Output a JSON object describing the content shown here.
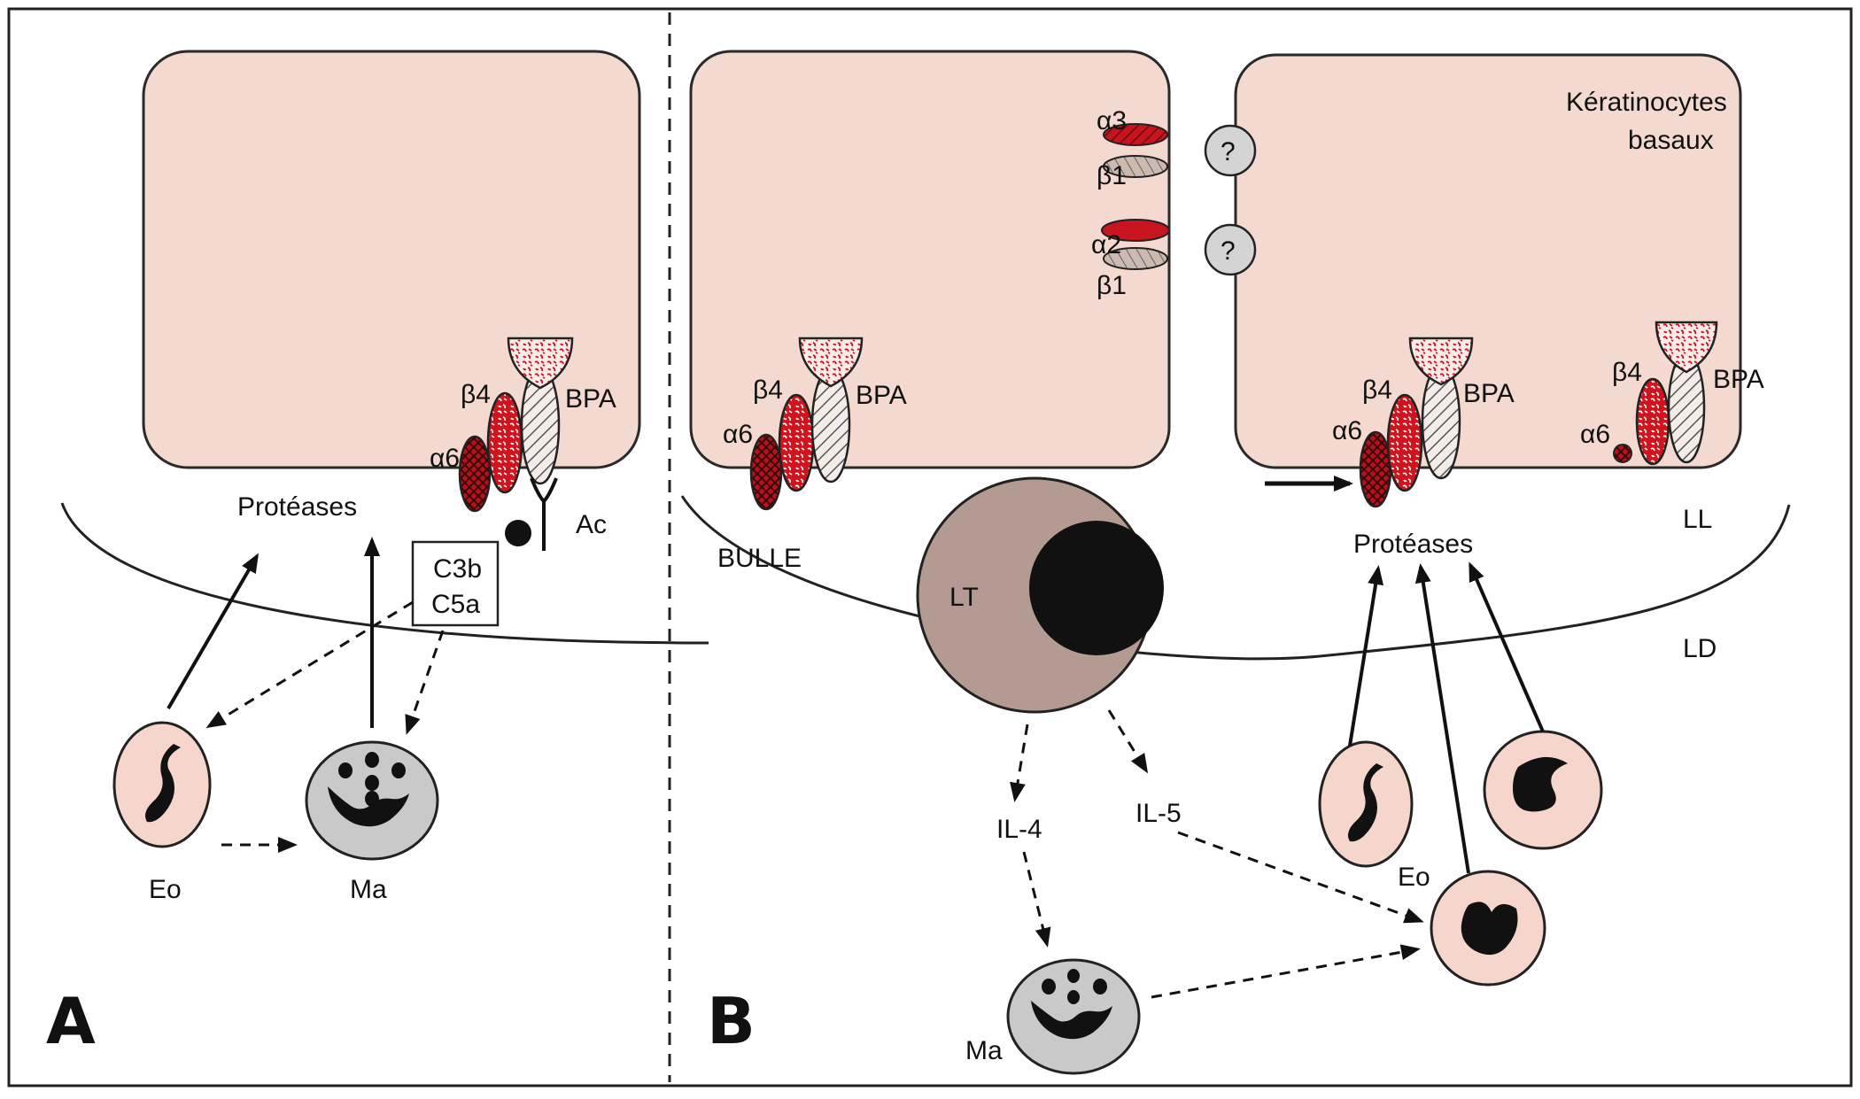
{
  "colors": {
    "cell_fill": "#f4d9d0",
    "cell_stroke": "#2a2a2a",
    "red": "#c8141e",
    "tan": "#cbbab2",
    "gray": "#c9c9c9",
    "lt_fill": "#b59a93",
    "eo_fill": "#f6d6cc"
  },
  "panel_a": {
    "letter": "A",
    "label_proteases": "Protéases",
    "label_ac": "Ac",
    "complement": [
      "C3b",
      "C5a"
    ],
    "integrins": {
      "alpha": "α6",
      "beta": "β4",
      "bpa": "BPA"
    },
    "label_eo": "Eo",
    "label_ma": "Ma"
  },
  "panel_b": {
    "letter": "B",
    "label_keratinocytes_line1": "Kératinocytes",
    "label_keratinocytes_line2": "basaux",
    "label_bulle": "BULLE",
    "label_lt": "LT",
    "label_ll": "LL",
    "label_ld": "LD",
    "label_proteases": "Protéases",
    "label_il4": "IL-4",
    "label_il5": "IL-5",
    "label_eo": "Eo",
    "label_ma": "Ma",
    "junction": {
      "alpha3": "α3",
      "beta1_a": "β1",
      "alpha2": "α2",
      "beta1_b": "β1",
      "question": "?"
    },
    "integrins_left": {
      "alpha": "α6",
      "beta": "β4",
      "bpa": "BPA"
    },
    "integrins_mid": {
      "alpha": "α6",
      "beta": "β4",
      "bpa": "BPA"
    },
    "integrins_right": {
      "alpha": "α6",
      "beta": "β4",
      "bpa": "BPA"
    }
  }
}
